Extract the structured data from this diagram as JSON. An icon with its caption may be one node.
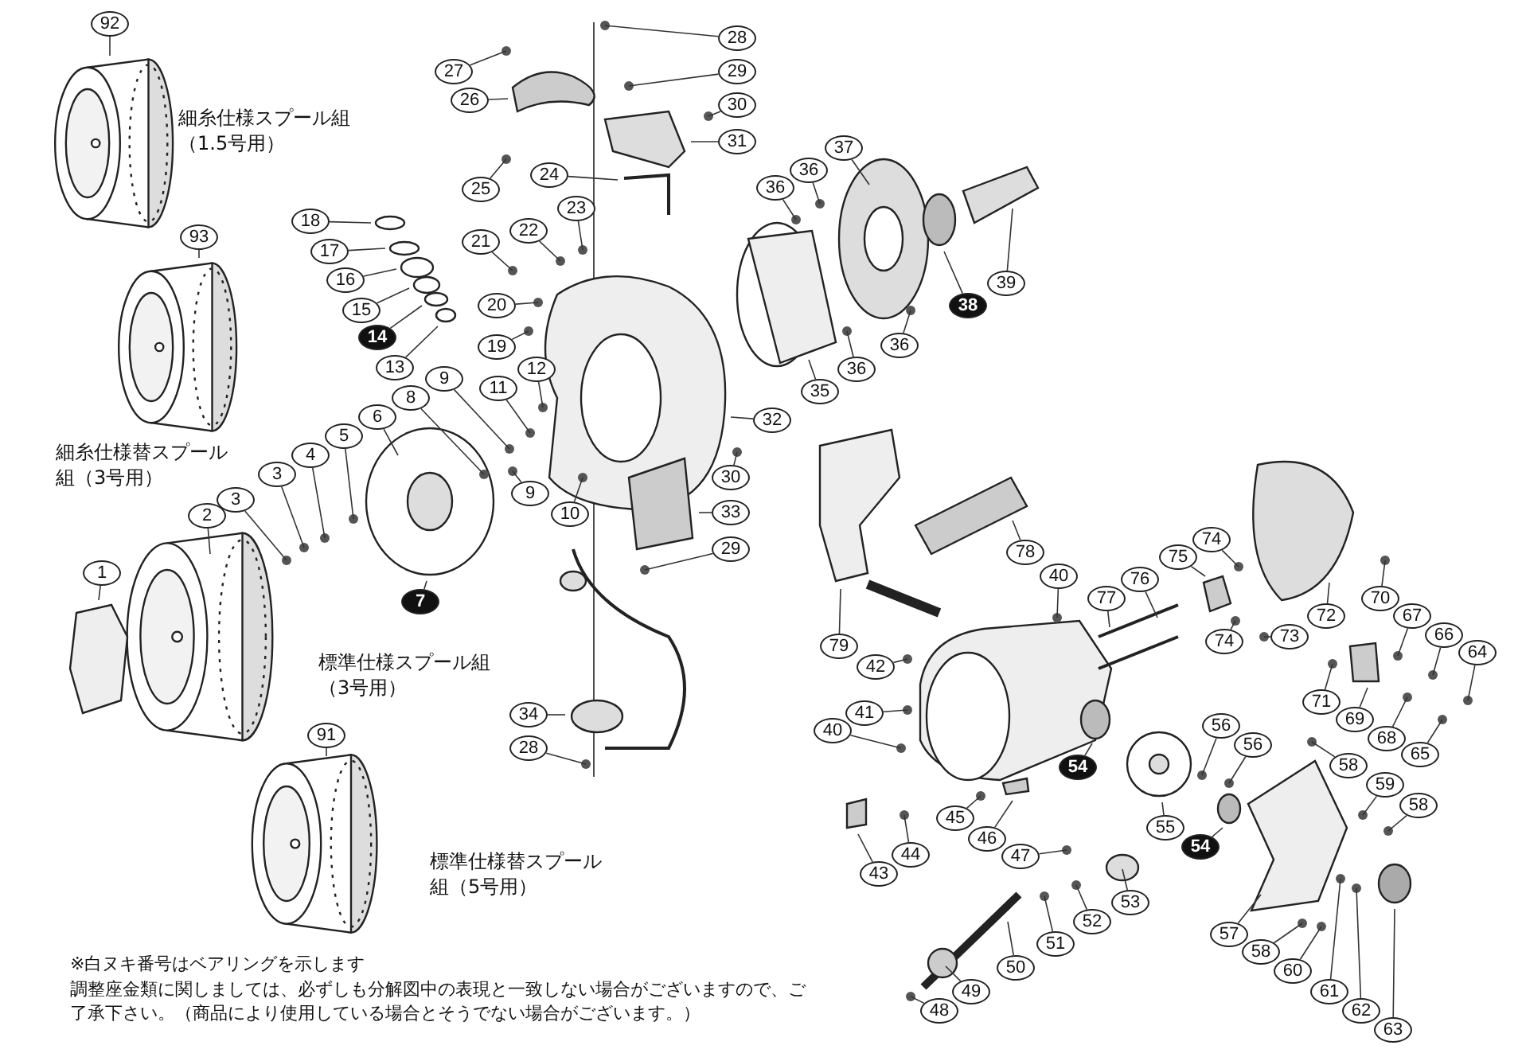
{
  "diagram": {
    "nodes": [
      {
        "text": [
          "92"
        ]
      },
      {
        "text": [
          "93"
        ]
      },
      {
        "text": [
          "1"
        ]
      },
      {
        "text": [
          "2"
        ]
      },
      {
        "text": [
          "3"
        ]
      },
      {
        "text": [
          "3"
        ]
      },
      {
        "text": [
          "4"
        ]
      },
      {
        "text": [
          "5"
        ]
      },
      {
        "text": [
          "6"
        ]
      },
      {
        "text": [
          "8"
        ]
      },
      {
        "text": [
          "9"
        ]
      },
      {
        "text": [
          "9"
        ]
      },
      {
        "text": [
          "10"
        ]
      },
      {
        "text": [
          "11"
        ]
      },
      {
        "text": [
          "12"
        ]
      },
      {
        "text": [
          "13"
        ]
      },
      {
        "text": [
          "14"
        ]
      },
      {
        "text": [
          "15"
        ]
      },
      {
        "text": [
          "16"
        ]
      },
      {
        "text": [
          "17"
        ]
      },
      {
        "text": [
          "18"
        ]
      },
      {
        "text": [
          "19"
        ]
      },
      {
        "text": [
          "20"
        ]
      },
      {
        "text": [
          "21"
        ]
      },
      {
        "text": [
          "22"
        ]
      },
      {
        "text": [
          "23"
        ]
      },
      {
        "text": [
          "24"
        ]
      },
      {
        "text": [
          "25"
        ]
      },
      {
        "text": [
          "26"
        ]
      },
      {
        "text": [
          "27"
        ]
      },
      {
        "text": [
          "28"
        ]
      },
      {
        "text": [
          "29"
        ]
      },
      {
        "text": [
          "30"
        ]
      },
      {
        "text": [
          "31"
        ]
      },
      {
        "text": [
          "32"
        ]
      },
      {
        "text": [
          "30"
        ]
      },
      {
        "text": [
          "33"
        ]
      },
      {
        "text": [
          "29"
        ]
      },
      {
        "text": [
          "34"
        ]
      },
      {
        "text": [
          "28"
        ]
      },
      {
        "text": [
          "7"
        ]
      },
      {
        "text": [
          "91"
        ]
      },
      {
        "text": [
          "35"
        ]
      },
      {
        "text": [
          "36"
        ]
      },
      {
        "text": [
          "36"
        ]
      },
      {
        "text": [
          "36"
        ]
      },
      {
        "text": [
          "36"
        ]
      },
      {
        "text": [
          "37"
        ]
      },
      {
        "text": [
          "38"
        ]
      },
      {
        "text": [
          "39"
        ]
      },
      {
        "text": [
          "78"
        ]
      },
      {
        "text": [
          "40"
        ]
      },
      {
        "text": [
          "77"
        ]
      },
      {
        "text": [
          "76"
        ]
      },
      {
        "text": [
          "75"
        ]
      },
      {
        "text": [
          "74"
        ]
      },
      {
        "text": [
          "74"
        ]
      },
      {
        "text": [
          "72"
        ]
      },
      {
        "text": [
          "73"
        ]
      },
      {
        "text": [
          "70"
        ]
      },
      {
        "text": [
          "67"
        ]
      },
      {
        "text": [
          "66"
        ]
      },
      {
        "text": [
          "64"
        ]
      },
      {
        "text": [
          "71"
        ]
      },
      {
        "text": [
          "69"
        ]
      },
      {
        "text": [
          "68"
        ]
      },
      {
        "text": [
          "65"
        ]
      },
      {
        "text": [
          "79"
        ]
      },
      {
        "text": [
          "42"
        ]
      },
      {
        "text": [
          "41"
        ]
      },
      {
        "text": [
          "40"
        ]
      },
      {
        "text": [
          "54"
        ]
      },
      {
        "text": [
          "56"
        ]
      },
      {
        "text": [
          "56"
        ]
      },
      {
        "text": [
          "58"
        ]
      },
      {
        "text": [
          "59"
        ]
      },
      {
        "text": [
          "58"
        ]
      },
      {
        "text": [
          "55"
        ]
      },
      {
        "text": [
          "54"
        ]
      },
      {
        "text": [
          "45"
        ]
      },
      {
        "text": [
          "46"
        ]
      },
      {
        "text": [
          "47"
        ]
      },
      {
        "text": [
          "43"
        ]
      },
      {
        "text": [
          "44"
        ]
      },
      {
        "text": [
          "53"
        ]
      },
      {
        "text": [
          "52"
        ]
      },
      {
        "text": [
          "51"
        ]
      },
      {
        "text": [
          "50"
        ]
      },
      {
        "text": [
          "49"
        ]
      },
      {
        "text": [
          "48"
        ]
      },
      {
        "text": [
          "57"
        ]
      },
      {
        "text": [
          "58"
        ]
      },
      {
        "text": [
          "60"
        ]
      },
      {
        "text": [
          "61"
        ]
      },
      {
        "text": [
          "62"
        ]
      },
      {
        "text": [
          "63"
        ]
      }
    ],
    "edges": [
      {
        "from": 0,
        "to": null,
        "arrow": "none"
      },
      {
        "from": 1,
        "to": null,
        "arrow": "none"
      },
      {
        "from": 2,
        "to": null,
        "arrow": "none"
      },
      {
        "from": 3,
        "to": null,
        "arrow": "none"
      },
      {
        "from": 4,
        "to": null,
        "arrow": "none"
      },
      {
        "from": 5,
        "to": null,
        "arrow": "none"
      },
      {
        "from": 6,
        "to": null,
        "arrow": "none"
      },
      {
        "from": 7,
        "to": null,
        "arrow": "none"
      },
      {
        "from": 8,
        "to": null,
        "arrow": "none"
      },
      {
        "from": 9,
        "to": null,
        "arrow": "none"
      },
      {
        "from": 10,
        "to": null,
        "arrow": "none"
      },
      {
        "from": 11,
        "to": null,
        "arrow": "none"
      },
      {
        "from": 12,
        "to": null,
        "arrow": "none"
      },
      {
        "from": 13,
        "to": null,
        "arrow": "none"
      },
      {
        "from": 14,
        "to": null,
        "arrow": "none"
      },
      {
        "from": 15,
        "to": null,
        "arrow": "none"
      },
      {
        "from": 16,
        "to": null,
        "arrow": "none"
      },
      {
        "from": 17,
        "to": null,
        "arrow": "none"
      },
      {
        "from": 18,
        "to": null,
        "arrow": "none"
      },
      {
        "from": 19,
        "to": null,
        "arrow": "none"
      },
      {
        "from": 20,
        "to": null,
        "arrow": "none"
      },
      {
        "from": 21,
        "to": null,
        "arrow": "none"
      },
      {
        "from": 22,
        "to": null,
        "arrow": "none"
      },
      {
        "from": 23,
        "to": null,
        "arrow": "none"
      },
      {
        "from": 24,
        "to": null,
        "arrow": "none"
      },
      {
        "from": 25,
        "to": null,
        "arrow": "none"
      },
      {
        "from": 26,
        "to": null,
        "arrow": "none"
      },
      {
        "from": 27,
        "to": null,
        "arrow": "none"
      },
      {
        "from": 28,
        "to": null,
        "arrow": "none"
      },
      {
        "from": 29,
        "to": null,
        "arrow": "none"
      },
      {
        "from": 30,
        "to": null,
        "arrow": "none"
      },
      {
        "from": 31,
        "to": null,
        "arrow": "none"
      },
      {
        "from": 32,
        "to": null,
        "arrow": "none"
      },
      {
        "from": 33,
        "to": null,
        "arrow": "none"
      },
      {
        "from": 34,
        "to": null,
        "arrow": "none"
      },
      {
        "from": 35,
        "to": null,
        "arrow": "none"
      },
      {
        "from": 36,
        "to": null,
        "arrow": "none"
      },
      {
        "from": 37,
        "to": null,
        "arrow": "none"
      },
      {
        "from": 38,
        "to": null,
        "arrow": "none"
      },
      {
        "from": 39,
        "to": null,
        "arrow": "none"
      },
      {
        "from": 40,
        "to": null,
        "arrow": "none"
      },
      {
        "from": 41,
        "to": null,
        "arrow": "none"
      },
      {
        "from": 42,
        "to": null,
        "arrow": "none"
      },
      {
        "from": 43,
        "to": null,
        "arrow": "none"
      },
      {
        "from": 44,
        "to": null,
        "arrow": "none"
      },
      {
        "from": 45,
        "to": null,
        "arrow": "none"
      },
      {
        "from": 46,
        "to": null,
        "arrow": "none"
      },
      {
        "from": 47,
        "to": null,
        "arrow": "none"
      },
      {
        "from": 48,
        "to": null,
        "arrow": "none"
      },
      {
        "from": 49,
        "to": null,
        "arrow": "none"
      },
      {
        "from": 50,
        "to": null,
        "arrow": "none"
      },
      {
        "from": 51,
        "to": null,
        "arrow": "none"
      },
      {
        "from": 52,
        "to": null,
        "arrow": "none"
      },
      {
        "from": 53,
        "to": null,
        "arrow": "none"
      },
      {
        "from": 54,
        "to": null,
        "arrow": "none"
      },
      {
        "from": 55,
        "to": null,
        "arrow": "none"
      },
      {
        "from": 56,
        "to": null,
        "arrow": "none"
      },
      {
        "from": 57,
        "to": null,
        "arrow": "none"
      },
      {
        "from": 58,
        "to": null,
        "arrow": "none"
      },
      {
        "from": 59,
        "to": null,
        "arrow": "none"
      },
      {
        "from": 60,
        "to": null,
        "arrow": "none"
      },
      {
        "from": 61,
        "to": null,
        "arrow": "none"
      },
      {
        "from": 62,
        "to": null,
        "arrow": "none"
      },
      {
        "from": 63,
        "to": null,
        "arrow": "none"
      },
      {
        "from": 64,
        "to": null,
        "arrow": "none"
      },
      {
        "from": 65,
        "to": null,
        "arrow": "none"
      },
      {
        "from": 66,
        "to": null,
        "arrow": "none"
      },
      {
        "from": 67,
        "to": null,
        "arrow": "none"
      },
      {
        "from": 68,
        "to": null,
        "arrow": "none"
      },
      {
        "from": 69,
        "to": null,
        "arrow": "none"
      },
      {
        "from": 70,
        "to": null,
        "arrow": "none"
      },
      {
        "from": 71,
        "to": null,
        "arrow": "none"
      },
      {
        "from": 72,
        "to": null,
        "arrow": "none"
      },
      {
        "from": 73,
        "to": null,
        "arrow": "none"
      },
      {
        "from": 74,
        "to": null,
        "arrow": "none"
      },
      {
        "from": 75,
        "to": null,
        "arrow": "none"
      },
      {
        "from": 76,
        "to": null,
        "arrow": "none"
      },
      {
        "from": 77,
        "to": null,
        "arrow": "none"
      },
      {
        "from": 78,
        "to": null,
        "arrow": "none"
      },
      {
        "from": 79,
        "to": null,
        "arrow": "none"
      },
      {
        "from": 80,
        "to": null,
        "arrow": "none"
      },
      {
        "from": 81,
        "to": null,
        "arrow": "none"
      },
      {
        "from": 82,
        "to": null,
        "arrow": "none"
      },
      {
        "from": 83,
        "to": null,
        "arrow": "none"
      },
      {
        "from": 84,
        "to": null,
        "arrow": "none"
      },
      {
        "from": 85,
        "to": null,
        "arrow": "none"
      },
      {
        "from": 86,
        "to": null,
        "arrow": "none"
      },
      {
        "from": 87,
        "to": null,
        "arrow": "none"
      },
      {
        "from": 88,
        "to": null,
        "arrow": "none"
      },
      {
        "from": 89,
        "to": null,
        "arrow": "none"
      },
      {
        "from": 90,
        "to": null,
        "arrow": "none"
      },
      {
        "from": 91,
        "to": null,
        "arrow": "none"
      },
      {
        "from": 92,
        "to": null,
        "arrow": "none"
      },
      {
        "from": 93,
        "to": null,
        "arrow": "none"
      },
      {
        "from": 94,
        "to": null,
        "arrow": "none"
      },
      {
        "from": 95,
        "to": null,
        "arrow": "none"
      }
    ],
    "labels": [
      "細糸仕様スプール組（1.5号用）",
      "細糸仕様替スプール組（3号用）",
      "標準仕様スプール組（3号用）",
      "標準仕様替スプール組（5号用）",
      "※白ヌキ番号はベアリングを示します",
      "調整座金類に関しましては、必ずしも分解図中の表現と一致しない場合がございますので、ご了承下さい。（商品により使用している場合とそうでない場合がございます。）"
    ]
  }
}
